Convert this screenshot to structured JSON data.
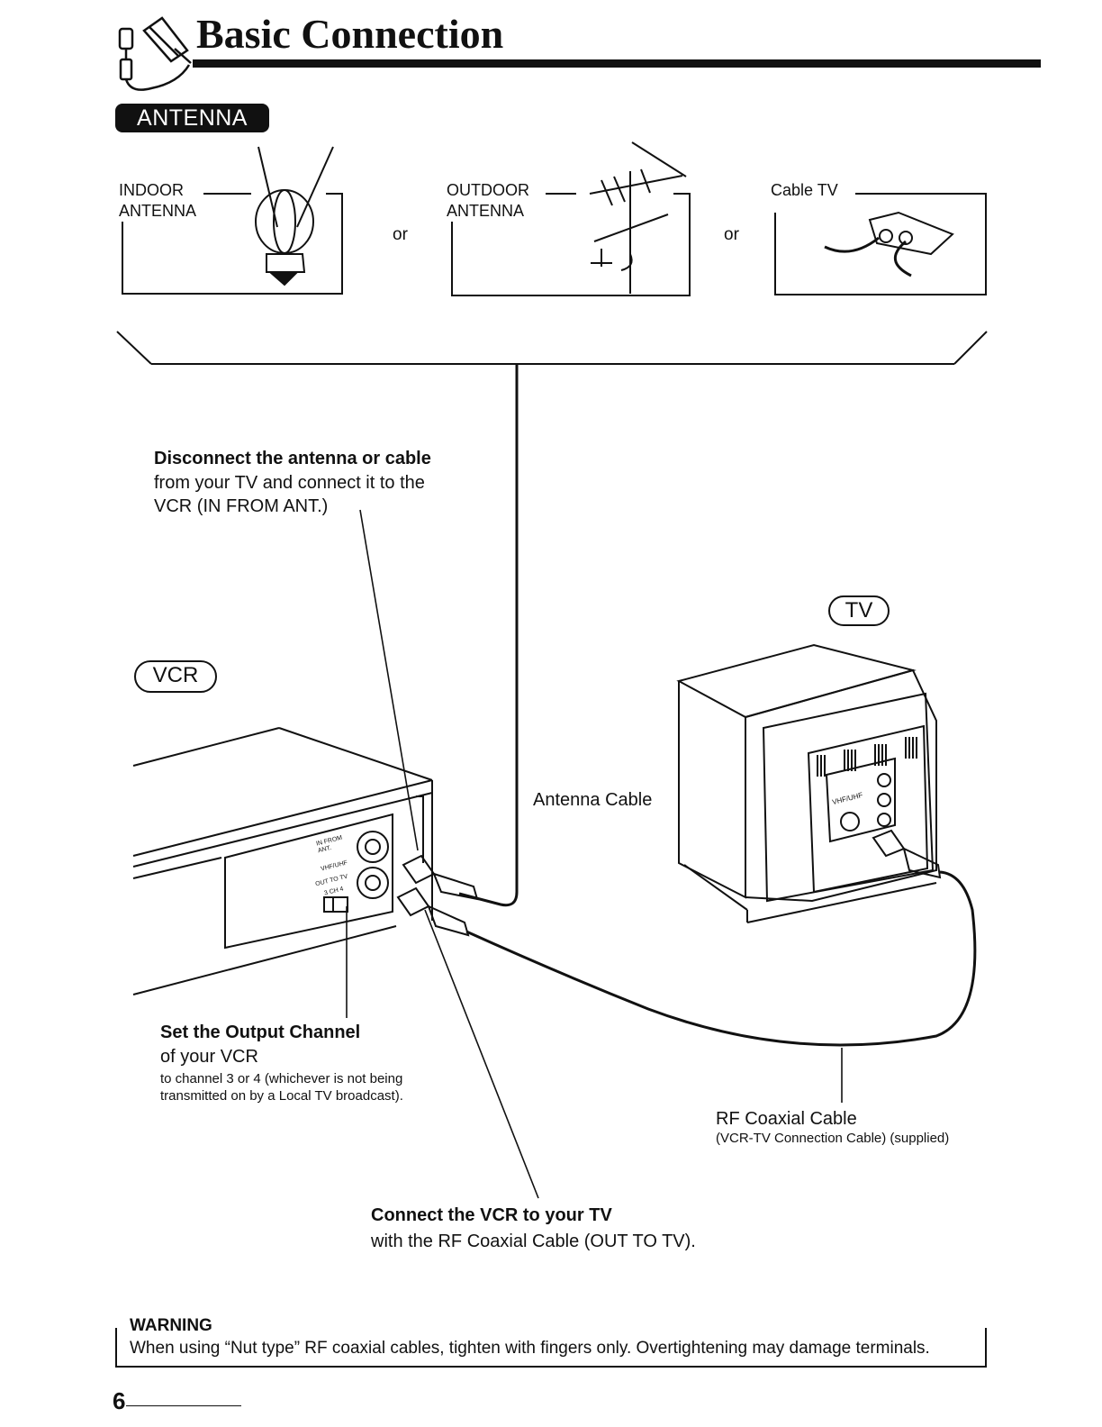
{
  "header": {
    "title": "Basic Connection"
  },
  "section": {
    "badge": "ANTENNA"
  },
  "sources": {
    "indoor": "INDOOR\nANTENNA",
    "outdoor": "OUTDOOR\nANTENNA",
    "cable": "Cable TV",
    "or": "or"
  },
  "steps": {
    "disconnect_title": "Disconnect the antenna or cable",
    "disconnect_text": "from your TV and connect it to the\nVCR (IN FROM ANT.)",
    "output_title": "Set the Output Channel",
    "output_text": "of your VCR",
    "output_note": "to channel 3 or 4 (whichever is not being\ntransmitted on by a Local TV broadcast).",
    "connect_title": "Connect the VCR to your TV",
    "connect_text": "with the RF Coaxial Cable (OUT TO TV)."
  },
  "devices": {
    "vcr": "VCR",
    "tv": "TV"
  },
  "vcr_panel": {
    "in_from_ant": "IN FROM\nANT.",
    "vhf_uhf": "VHF/UHF",
    "out_to_tv": "OUT TO TV",
    "ch": "3 CH 4"
  },
  "tv_panel": {
    "vhf_uhf": "VHF/UHF"
  },
  "cables": {
    "antenna": "Antenna Cable",
    "rf_title": "RF Coaxial Cable",
    "rf_note": "(VCR-TV Connection Cable) (supplied)"
  },
  "warning": {
    "title": "WARNING",
    "text": "When using “Nut type” RF coaxial cables, tighten with fingers only. Overtightening may damage terminals."
  },
  "footer": {
    "page_number": "6"
  }
}
